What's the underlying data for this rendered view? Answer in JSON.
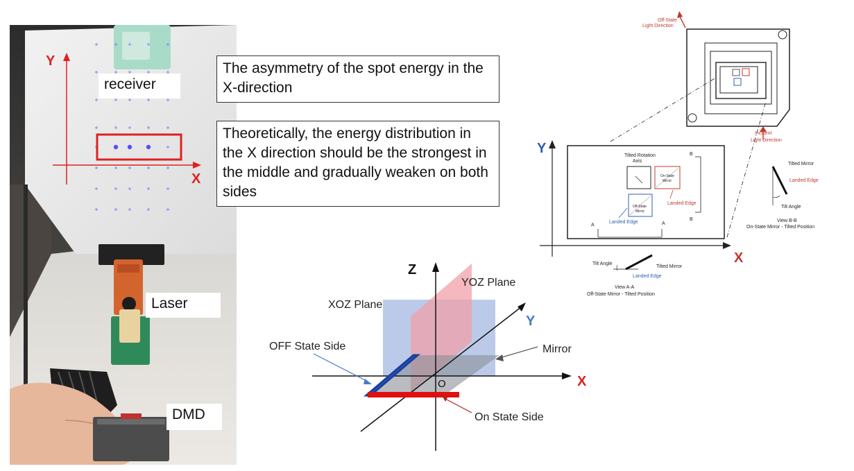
{
  "photo": {
    "labels": {
      "receiver": "receiver",
      "laser": "Laser",
      "dmd": "DMD",
      "axis_y": "Y",
      "axis_x": "X"
    }
  },
  "callouts": {
    "asymmetry": "The asymmetry of the spot energy in the X-direction",
    "theory": "Theoretically, the energy distribution in the X direction should be the strongest in the middle and gradually weaken on both sides"
  },
  "plane_diagram": {
    "axis_z": "Z",
    "axis_y": "Y",
    "axis_x": "X",
    "origin": "O",
    "yoz_plane": "YOZ Plane",
    "xoz_plane": "XOZ Plane",
    "off_state_side": "OFF State Side",
    "mirror": "Mirror",
    "on_state_side": "On State Side"
  },
  "dmd_diagram": {
    "off_state_light_line1": "Off-State",
    "off_state_light_line2": "Light Direction",
    "incident_light_line1": "Incident",
    "incident_light_line2": "Light Direction",
    "axis_y": "Y",
    "axis_x": "X",
    "tilted_rotation_line1": "Tilted Rotation",
    "tilted_rotation_line2": "Axis",
    "on_state_mirror_line1": "On-State",
    "on_state_mirror_line2": "Mirror",
    "off_state_mirror_line1": "Off-State",
    "off_state_mirror_line2": "Mirror",
    "landed_edge": "Landed Edge",
    "section_a": "A",
    "section_b": "B",
    "tilt_angle": "Tilt Angle",
    "tilted_mirror": "Tilted Mirror",
    "view_aa_line1": "View  A-A",
    "view_aa_line2": "Off-State Mirror - Tilted Position",
    "view_bb_line1": "View  B-B",
    "view_bb_line2": "On-State Mirror - Tilted Position"
  },
  "colors": {
    "red_axis": "#e02020",
    "blue_axis": "#4a7ac8",
    "plane_blue": "#9fb4e0",
    "plane_red": "#f0a0a8",
    "mirror_red": "#e01010",
    "dmd_red": "#c0392b"
  }
}
